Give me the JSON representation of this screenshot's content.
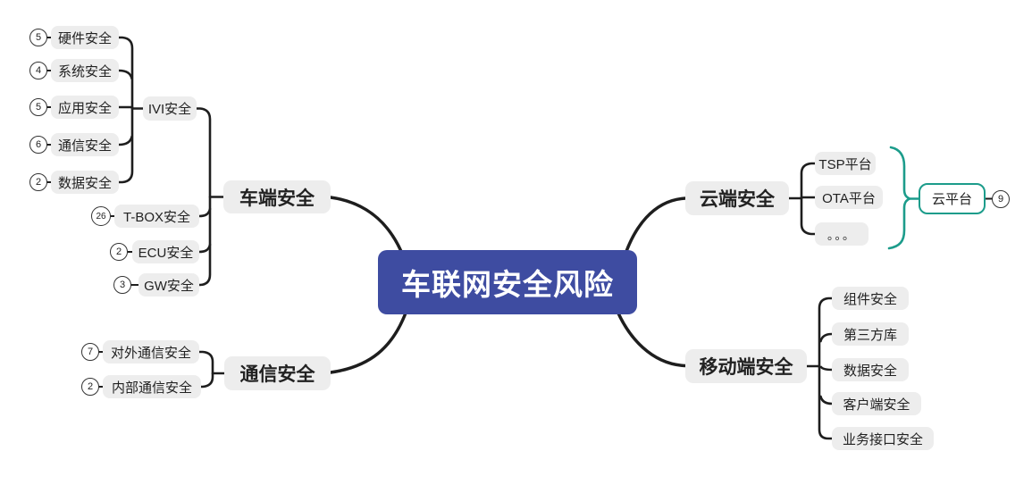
{
  "colors": {
    "root_bg": "#3E4CA1",
    "root_text": "#FFFFFF",
    "node_bg": "#EDEDED",
    "node_text": "#222222",
    "line": "#1E1E1E",
    "accent_teal": "#1C9C8B",
    "badge_border": "#333333",
    "canvas_bg": "#FFFFFF"
  },
  "root": {
    "label": "车联网安全风险"
  },
  "vehicle": {
    "label": "车端安全",
    "ivi": {
      "label": "IVI安全",
      "children": [
        {
          "label": "硬件安全",
          "count": "5"
        },
        {
          "label": "系统安全",
          "count": "4"
        },
        {
          "label": "应用安全",
          "count": "5"
        },
        {
          "label": "通信安全",
          "count": "6"
        },
        {
          "label": "数据安全",
          "count": "2"
        }
      ]
    },
    "children": [
      {
        "label": "T-BOX安全",
        "count": "26"
      },
      {
        "label": "ECU安全",
        "count": "2"
      },
      {
        "label": "GW安全",
        "count": "3"
      }
    ]
  },
  "communication": {
    "label": "通信安全",
    "children": [
      {
        "label": "对外通信安全",
        "count": "7"
      },
      {
        "label": "内部通信安全",
        "count": "2"
      }
    ]
  },
  "cloud": {
    "label": "云端安全",
    "children": [
      {
        "label": "TSP平台"
      },
      {
        "label": "OTA平台"
      },
      {
        "label": "。。。"
      }
    ],
    "summary": {
      "label": "云平台",
      "count": "9"
    }
  },
  "mobile": {
    "label": "移动端安全",
    "children": [
      {
        "label": "组件安全"
      },
      {
        "label": "第三方库"
      },
      {
        "label": "数据安全"
      },
      {
        "label": "客户端安全"
      },
      {
        "label": "业务接口安全"
      }
    ]
  }
}
